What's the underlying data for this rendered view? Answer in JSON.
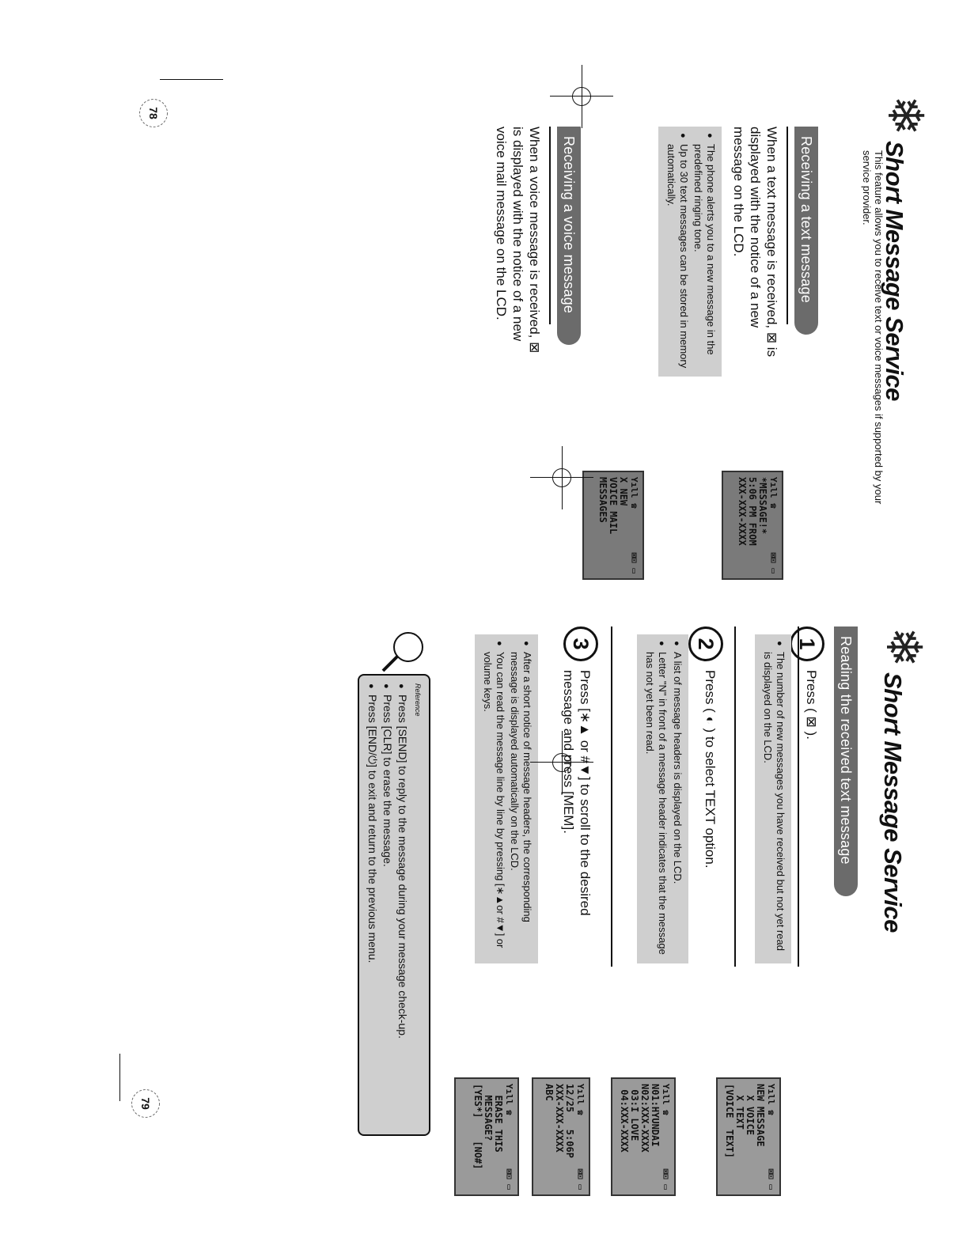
{
  "left_page": {
    "title": "Short Message Service",
    "intro": "This feature allows you to receive text or voice messages if supported by your service provider.",
    "section1": {
      "heading": "Receiving a text message",
      "body": "When a text message is received, ⊠ is displayed with the notice of a new message on the LCD.",
      "notes": [
        "The phone alerts you to a new message in the predefined ringing tone.",
        "Up to 30 text messages can be stored in memory automatically."
      ]
    },
    "lcd1": {
      "status_left": "Yıll  ☎",
      "status_right": "⊠⊡ ▭",
      "lines": [
        "*MESSAGE!*",
        "5:06 PM FROM",
        "XXX-XXX-XXXX"
      ]
    },
    "section2": {
      "heading": "Receiving a voice message",
      "body": "When a voice message is received, ⊠ is displayed with the notice of a new voice mail message on the LCD."
    },
    "lcd2": {
      "status_left": "Yıll  ☎",
      "status_right": "⊠⊡ ▭",
      "lines": [
        "X NEW",
        "VOICE MAIL",
        "MESSAGES"
      ]
    },
    "page_number": "78"
  },
  "right_page": {
    "title": "Short Message Service",
    "section": {
      "heading": "Reading the received text message"
    },
    "steps": [
      {
        "num": "1",
        "text": "Press ( ⊠ ).",
        "notes": [
          "The number of new messages you have received but not yet read is displayed on the LCD."
        ]
      },
      {
        "num": "2",
        "text": "Press ( ◐ ) to select TEXT option.",
        "notes": [
          "A list of message headers is displayed on the LCD.",
          "Letter \"N\" in front of a message header indicates that the message has not yet been read."
        ]
      },
      {
        "num": "3",
        "text": "Press [∗▲ or #▼] to scroll to the desired message and press [MEM].",
        "notes": [
          "After a short notice of message headers, the corresponding message is displayed automatically on the LCD.",
          "You can read the message line by line by pressing [∗▲or #▼] or volume keys."
        ]
      }
    ],
    "lcds": [
      {
        "status_left": "Yıll  ☎",
        "status_right": "⊠⊡ ▭",
        "lines": [
          "NEW MESSAGE",
          "  X VOICE",
          "  X TEXT",
          "[VOICE  TEXT]"
        ]
      },
      {
        "status_left": "Yıll  ☎",
        "status_right": "⊠⊡ ▭",
        "lines": [
          "N01:HYUNDAI",
          "N02:XXX-XXXX",
          " 03:I LOVE",
          " 04:XXX-XXXX"
        ]
      },
      {
        "status_left": "Yıll  ☎",
        "status_right": "⊠⊡ ▭",
        "lines": [
          "12/25   5:06P",
          "XXX-XXX-XXXX",
          "ABC"
        ]
      },
      {
        "status_left": "Yıll  ☎",
        "status_right": "⊠⊡ ▭",
        "lines": [
          "  ERASE THIS",
          "  MESSAGE?",
          "",
          "[YES*]    [NO#]"
        ]
      }
    ],
    "reference": {
      "label": "Reference",
      "items": [
        "Press [SEND] to reply to the message during your message check-up.",
        "Press [CLR] to erase the message.",
        "Press [END/⏻] to exit and return to the previous menu."
      ]
    },
    "page_number": "79"
  }
}
